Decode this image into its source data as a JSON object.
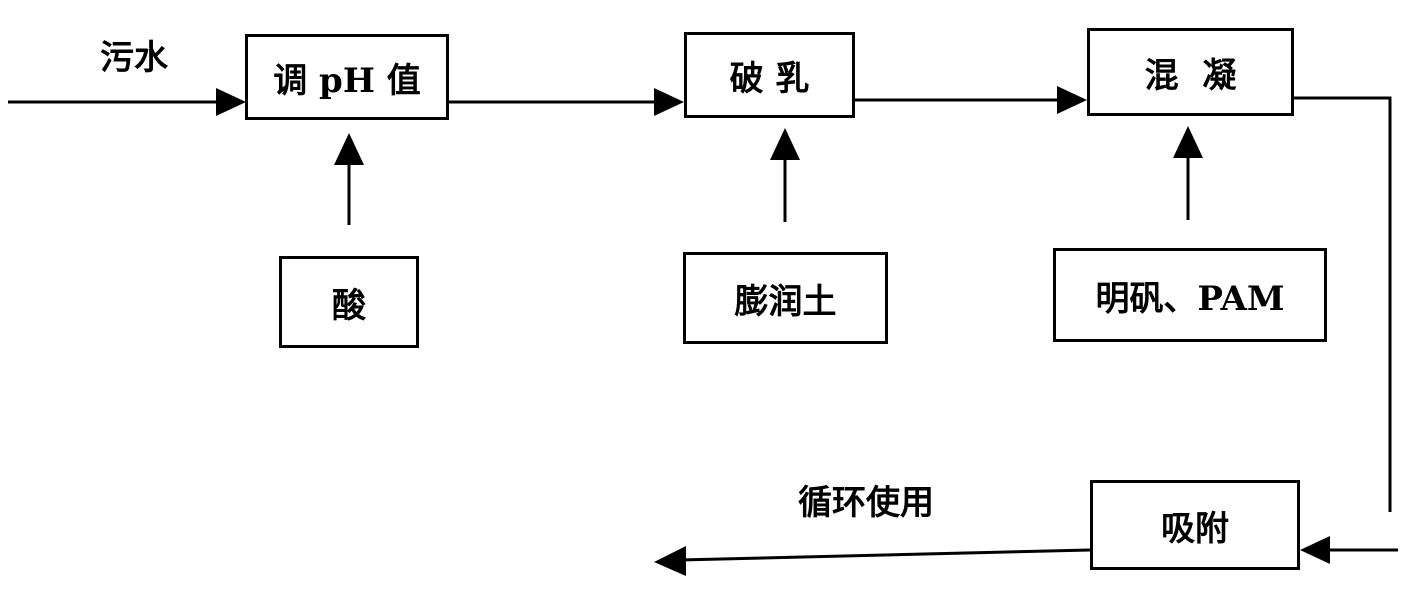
{
  "diagram": {
    "input_label": "污水",
    "output_label": "循环使用",
    "steps": {
      "adjust_ph": "调 pH 值",
      "demulsify": "破 乳",
      "coagulate": "混  凝",
      "adsorb": "吸附"
    },
    "reagents": {
      "acid": "酸",
      "bentonite": "膨润土",
      "alum_pam": "明矾、PAM"
    }
  }
}
